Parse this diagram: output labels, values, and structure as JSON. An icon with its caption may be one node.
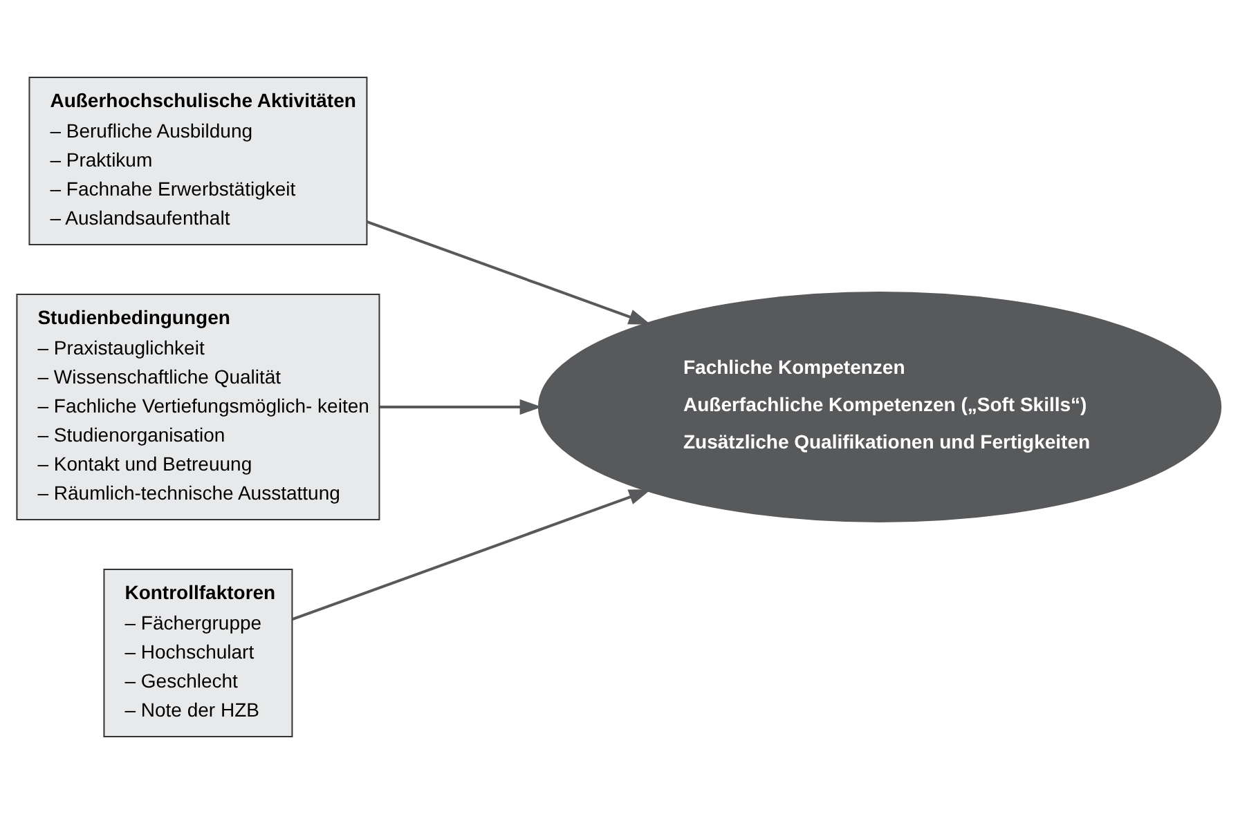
{
  "diagram": {
    "nodes": [
      {
        "text": [
          "Außerhochschulische Aktivitäten",
          "– Berufliche Ausbildung",
          "– Praktikum",
          "– Fachnahe Erwerbstätigkeit",
          "– Auslandsaufenthalt"
        ]
      },
      {
        "text": [
          "Studienbedingungen",
          "– Praxistauglichkeit",
          "– Wissenschaftliche Qualität",
          "– Fachliche Vertiefungsmöglich- keiten",
          "– Studienorganisation",
          "– Kontakt und Betreuung",
          "– Räumlich-technische Ausstattung"
        ]
      },
      {
        "text": [
          "Kontrollfaktoren",
          "– Fächergruppe",
          "– Hochschulart",
          "– Geschlecht",
          "– Note der HZB"
        ]
      },
      {
        "text": [
          "Fachliche Kompetenzen",
          "Außerfachliche Kompetenzen („Soft Skills“)",
          "Zusätzliche Qualifikationen und Fertigkeiten"
        ]
      }
    ],
    "edges": [
      {
        "from": 0,
        "to": 3,
        "arrow": "to"
      },
      {
        "from": 1,
        "to": 3,
        "arrow": "to"
      },
      {
        "from": 2,
        "to": 3,
        "arrow": "to"
      }
    ]
  }
}
